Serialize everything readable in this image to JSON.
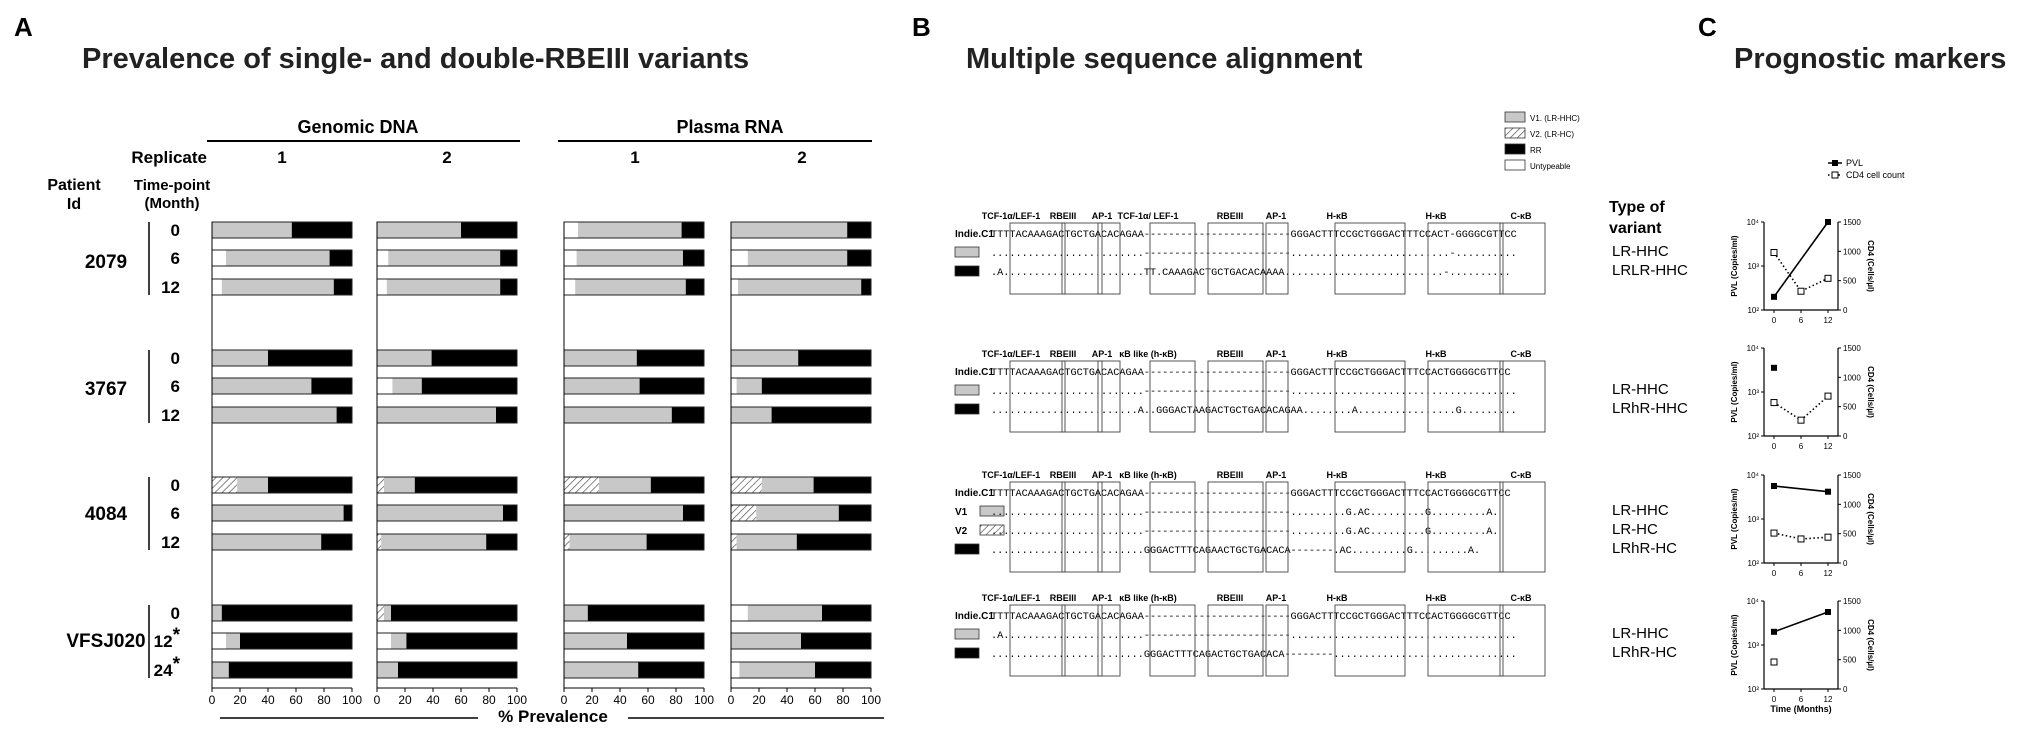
{
  "panels": {
    "a": {
      "letter": "A",
      "title": "Prevalence of single- and double-RBEIII variants"
    },
    "b": {
      "letter": "B",
      "title": "Multiple sequence alignment"
    },
    "c": {
      "letter": "C",
      "title": "Prognostic markers"
    }
  },
  "chart_data": [
    {
      "type": "bar",
      "stacked": "horizontal-100%",
      "title": "Prevalence of single- and double-RBEIII variants",
      "xlabel": "% Prevalence",
      "xlim": [
        0,
        100
      ],
      "xticks": [
        "0",
        "20",
        "40",
        "60",
        "80",
        "100"
      ],
      "group_headers": [
        "Genomic DNA",
        "Plasma RNA"
      ],
      "replicate_label": "Replicate",
      "replicates": [
        "1",
        "2",
        "1",
        "2"
      ],
      "row_header_patient": "Patient Id",
      "row_header_timepoint": "Time-point (Month)",
      "series": [
        {
          "name": "Untypeable",
          "color": "#ffffff"
        },
        {
          "name": "V2. (LR-HC)",
          "color": "hatched"
        },
        {
          "name": "V1. (LR-HHC)",
          "color": "#c8c8c8"
        },
        {
          "name": "RR",
          "color": "#000000"
        }
      ],
      "patients": [
        {
          "id": "2079",
          "timepoints": [
            {
              "label": "0",
              "bars": [
                [
                  0,
                  0,
                  57,
                  43
                ],
                [
                  0,
                  0,
                  60,
                  40
                ],
                [
                  10,
                  0,
                  74,
                  16
                ],
                [
                  0,
                  0,
                  83,
                  17
                ]
              ]
            },
            {
              "label": "6",
              "bars": [
                [
                  10,
                  0,
                  74,
                  16
                ],
                [
                  8,
                  0,
                  80,
                  12
                ],
                [
                  9,
                  0,
                  76,
                  15
                ],
                [
                  12,
                  0,
                  71,
                  17
                ]
              ]
            },
            {
              "label": "12",
              "bars": [
                [
                  7,
                  0,
                  80,
                  13
                ],
                [
                  7,
                  0,
                  81,
                  12
                ],
                [
                  8,
                  0,
                  79,
                  13
                ],
                [
                  5,
                  0,
                  88,
                  7
                ]
              ]
            }
          ]
        },
        {
          "id": "3767",
          "timepoints": [
            {
              "label": "0",
              "bars": [
                [
                  0,
                  0,
                  40,
                  60
                ],
                [
                  0,
                  0,
                  39,
                  61
                ],
                [
                  0,
                  0,
                  52,
                  48
                ],
                [
                  0,
                  0,
                  48,
                  52
                ]
              ]
            },
            {
              "label": "6",
              "bars": [
                [
                  0,
                  0,
                  71,
                  29
                ],
                [
                  11,
                  0,
                  21,
                  68
                ],
                [
                  0,
                  0,
                  54,
                  46
                ],
                [
                  4,
                  0,
                  18,
                  78
                ]
              ]
            },
            {
              "label": "12",
              "bars": [
                [
                  0,
                  0,
                  89,
                  11
                ],
                [
                  0,
                  0,
                  85,
                  15
                ],
                [
                  0,
                  0,
                  77,
                  23
                ],
                [
                  0,
                  0,
                  29,
                  71
                ]
              ]
            }
          ]
        },
        {
          "id": "4084",
          "timepoints": [
            {
              "label": "0",
              "bars": [
                [
                  0,
                  18,
                  22,
                  60
                ],
                [
                  0,
                  5,
                  22,
                  73
                ],
                [
                  0,
                  25,
                  37,
                  38
                ],
                [
                  0,
                  22,
                  37,
                  41
                ]
              ]
            },
            {
              "label": "6",
              "bars": [
                [
                  0,
                  0,
                  94,
                  6
                ],
                [
                  0,
                  0,
                  90,
                  10
                ],
                [
                  0,
                  0,
                  85,
                  15
                ],
                [
                  0,
                  18,
                  59,
                  23
                ]
              ]
            },
            {
              "label": "12",
              "bars": [
                [
                  0,
                  0,
                  78,
                  22
                ],
                [
                  0,
                  3,
                  75,
                  22
                ],
                [
                  0,
                  4,
                  55,
                  41
                ],
                [
                  0,
                  4,
                  43,
                  53
                ]
              ]
            }
          ]
        },
        {
          "id": "VFSJ020",
          "timepoints": [
            {
              "label": "0",
              "star": false,
              "bars": [
                [
                  0,
                  0,
                  7,
                  93
                ],
                [
                  0,
                  5,
                  5,
                  90
                ],
                [
                  0,
                  0,
                  17,
                  83
                ],
                [
                  12,
                  0,
                  53,
                  35
                ]
              ]
            },
            {
              "label": "12",
              "star": true,
              "bars": [
                [
                  10,
                  0,
                  10,
                  80
                ],
                [
                  10,
                  0,
                  11,
                  79
                ],
                [
                  0,
                  0,
                  45,
                  55
                ],
                [
                  0,
                  0,
                  50,
                  50
                ]
              ]
            },
            {
              "label": "24",
              "star": true,
              "bars": [
                [
                  0,
                  0,
                  12,
                  88
                ],
                [
                  0,
                  0,
                  15,
                  85
                ],
                [
                  0,
                  0,
                  53,
                  47
                ],
                [
                  6,
                  0,
                  54,
                  40
                ]
              ]
            }
          ]
        }
      ]
    },
    {
      "type": "line",
      "xlabel": "Time (Months)",
      "ylabel": "PVL (Copies/ml)",
      "ylabel_right": "CD4 (Cells/µl)",
      "x_ticks": [
        "0",
        "6",
        "12"
      ],
      "y_ticks": [
        "10²",
        "10³",
        "10⁴"
      ],
      "y_right_ticks": [
        "0",
        "500",
        "1000",
        "1500"
      ],
      "ylim_log10": [
        2,
        4
      ],
      "y_right_lim": [
        0,
        1500
      ],
      "legend": [
        {
          "name": "PVL",
          "marker": "filled-square",
          "line": "solid"
        },
        {
          "name": "CD4 cell count",
          "marker": "open-square",
          "line": "dotted"
        }
      ],
      "panels": [
        {
          "pvl": [
            [
              0,
              2.3
            ],
            [
              12,
              4.0
            ]
          ],
          "cd4": [
            [
              0,
              980
            ],
            [
              6,
              320
            ],
            [
              12,
              540
            ]
          ]
        },
        {
          "pvl": [
            [
              0,
              3.55
            ]
          ],
          "cd4": [
            [
              0,
              570
            ],
            [
              6,
              270
            ],
            [
              12,
              680
            ]
          ]
        },
        {
          "pvl": [
            [
              0,
              3.75
            ],
            [
              12,
              3.62
            ]
          ],
          "cd4": [
            [
              0,
              510
            ],
            [
              6,
              410
            ],
            [
              12,
              440
            ]
          ]
        },
        {
          "pvl": [
            [
              0,
              3.3
            ],
            [
              12,
              3.75
            ]
          ],
          "cd4": [
            [
              0,
              460
            ]
          ]
        }
      ]
    }
  ],
  "legend_b": [
    "V1. (LR-HHC)",
    "V2. (LR-HC)",
    "RR",
    "Untypeable"
  ],
  "alignment": {
    "type_header_1": "Type of",
    "type_header_2": "variant",
    "blocks": [
      {
        "labels": [
          "TCF-1α/LEF-1",
          "RBEIII",
          "AP-1",
          "TCF-1α/ LEF-1",
          "RBEIII",
          "AP-1",
          "H-κB",
          "H-κB",
          "C-κB"
        ],
        "rows": [
          {
            "name": "Indie.C1",
            "swatch": "",
            "seq": "TTTTACAAAGACTGCTGACACAGAA------------------------GGGACTTTCCGCTGGGACTTTCCACT-GGGGCGTTCC",
            "type": ""
          },
          {
            "name": "",
            "swatch": "grey",
            "seq": ".........................------------------------..........................-..........",
            "type": "LR-HHC"
          },
          {
            "name": "",
            "swatch": "black",
            "seq": ".A.......................TT.CAAAGACTGCTGACACAAAA..........................-..........",
            "type": "LRLR-HHC"
          }
        ]
      },
      {
        "labels": [
          "TCF-1α/LEF-1",
          "RBEIII",
          "AP-1",
          "κB like (h-κB)",
          "RBEIII",
          "AP-1",
          "H-κB",
          "H-κB",
          "C-κB"
        ],
        "rows": [
          {
            "name": "Indie.C1",
            "swatch": "",
            "seq": "TTTTACAAAGACTGCTGACACAGAA------------------------GGGACTTTCCGCTGGGACTTTCCACTGGGGCGTTCC",
            "type": ""
          },
          {
            "name": "",
            "swatch": "grey",
            "seq": ".........................------------------------.....................................",
            "type": "LR-HHC"
          },
          {
            "name": "",
            "swatch": "black",
            "seq": "........................A..GGGACTAAGACTGCTGACACAGAA........A................G.........",
            "type": "LRhR-HHC"
          }
        ]
      },
      {
        "labels": [
          "TCF-1α/LEF-1",
          "RBEIII",
          "AP-1",
          "κB like (h-κB)",
          "RBEIII",
          "AP-1",
          "H-κB",
          "H-κB",
          "C-κB"
        ],
        "rows": [
          {
            "name": "Indie.C1",
            "swatch": "",
            "seq": "TTTTACAAAGACTGCTGACACAGAA------------------------GGGACTTTCCGCTGGGACTTTCCACTGGGGCGTTCC",
            "type": ""
          },
          {
            "name": "V1",
            "swatch": "grey",
            "seq": ".........................------------------------.........G.AC.........G.........A.",
            "type": "LR-HHC"
          },
          {
            "name": "V2",
            "swatch": "hatch",
            "seq": ".........................------------------------.........G.AC.........G.........A.",
            "type": "LR-HC"
          },
          {
            "name": "",
            "swatch": "black",
            "seq": ".........................GGGACTTTCAGAACTGCTGACACA-------.AC.........G.........A.",
            "type": "LRhR-HC"
          }
        ]
      },
      {
        "labels": [
          "TCF-1α/LEF-1",
          "RBEIII",
          "AP-1",
          "κB like (h-κB)",
          "RBEIII",
          "AP-1",
          "H-κB",
          "H-κB",
          "C-κB"
        ],
        "rows": [
          {
            "name": "Indie.C1",
            "swatch": "",
            "seq": "TTTTACAAAGACTGCTGACACAGAA------------------------GGGACTTTCCGCTGGGACTTTCCACTGGGGCGTTCC",
            "type": ""
          },
          {
            "name": "",
            "swatch": "grey",
            "seq": ".A.......................------------------------.....................................",
            "type": "LR-HHC"
          },
          {
            "name": "",
            "swatch": "black",
            "seq": ".........................GGGACTTTCAGACTGCTGACACA--------..............................",
            "type": "LRhR-HC"
          }
        ]
      }
    ]
  }
}
